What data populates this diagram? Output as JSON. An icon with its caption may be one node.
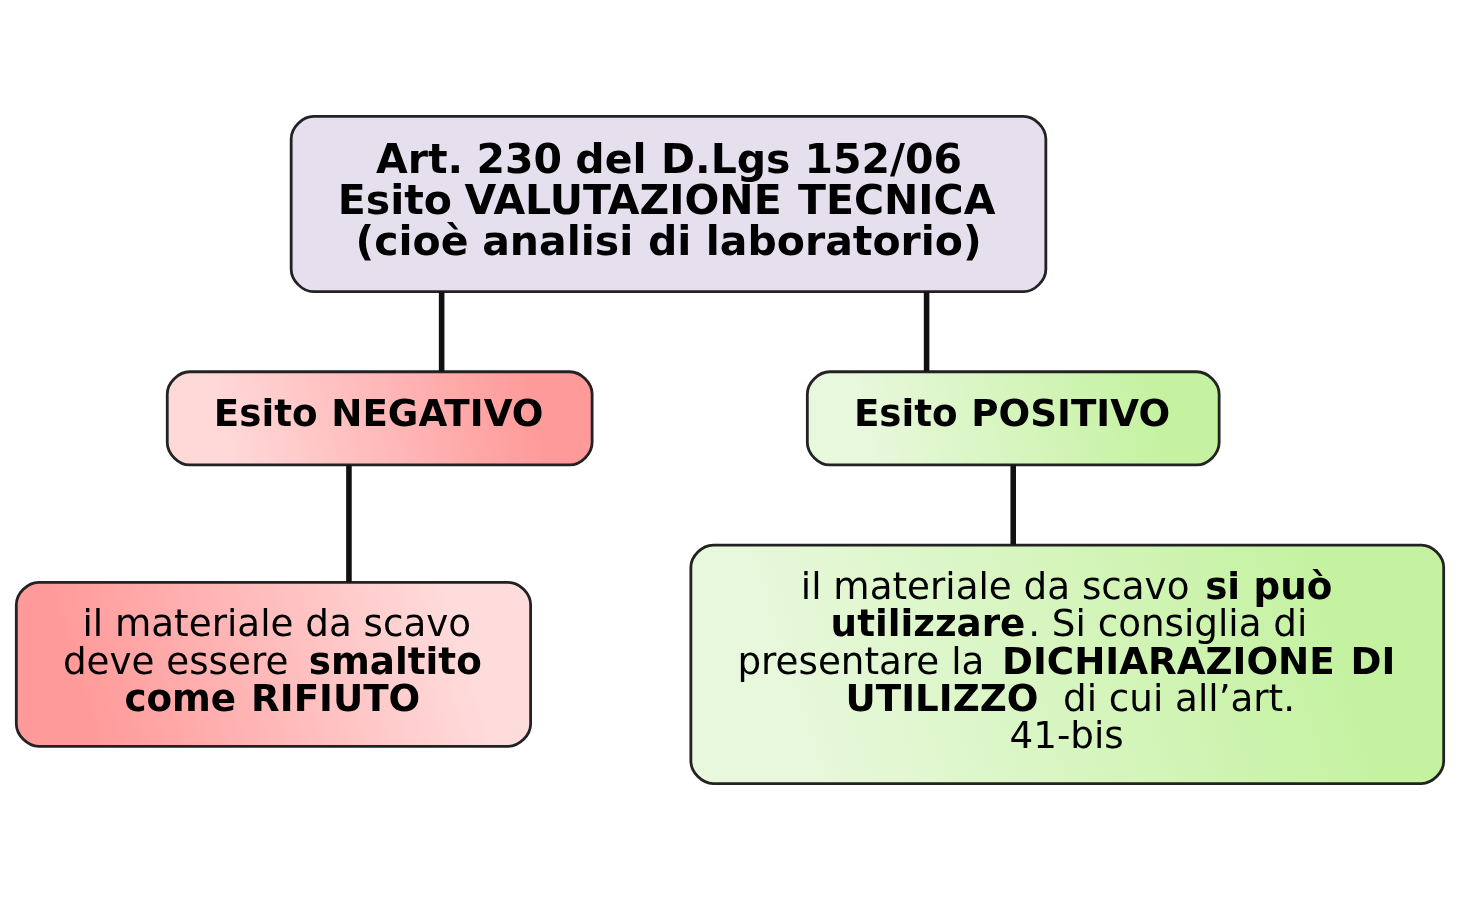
{
  "diagram": {
    "nodes": [
      {
        "text": [
          "Art. 230 del D.Lgs 152/06 Esito VALUTAZIONE TECNICA (cioè analisi di laboratorio)"
        ]
      },
      {
        "text": [
          "Esito NEGATIVO"
        ]
      },
      {
        "text": [
          "Esito POSITIVO"
        ]
      },
      {
        "text": [
          "il materiale da scavo deve essere **smaltito come RIFIUTO**"
        ]
      },
      {
        "text": [
          "il materiale da scavo **si può utilizzare**. Si consiglia di presentare la **DICHIARAZIONE DI UTILIZZO** di cui all’art. 41-bis"
        ]
      }
    ],
    "edges": [
      {
        "from": 0,
        "to": 1,
        "arrow": "none"
      },
      {
        "from": 0,
        "to": 2,
        "arrow": "none"
      },
      {
        "from": 1,
        "to": 3,
        "arrow": "none"
      },
      {
        "from": 2,
        "to": 4,
        "arrow": "none"
      }
    ]
  }
}
